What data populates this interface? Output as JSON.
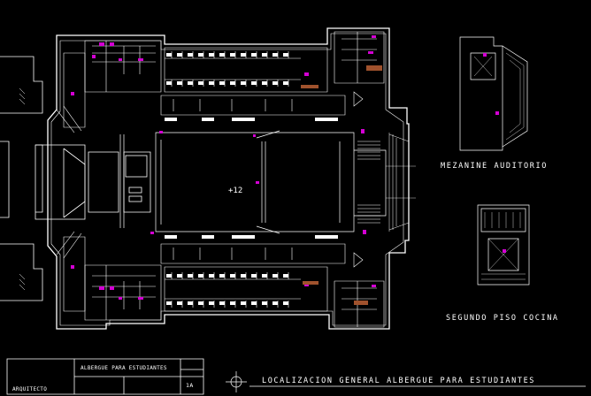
{
  "plan": {
    "level_mark": "+12"
  },
  "insets": {
    "mezzanine_title": "MEZANINE AUDITORIO",
    "kitchen_title": "SEGUNDO PISO COCINA"
  },
  "title_block": {
    "project_name": "ALBERGUE PARA ESTUDIANTES",
    "role_label": "ARQUITECTO",
    "sheet_number": "1A",
    "drawing_title": "LOCALIZACION GENERAL ALBERGUE PARA ESTUDIANTES"
  },
  "colors": {
    "background": "#000000",
    "linework": "#ffffff",
    "accent_magenta": "#d400d4",
    "accent_brown": "#a0522d"
  }
}
